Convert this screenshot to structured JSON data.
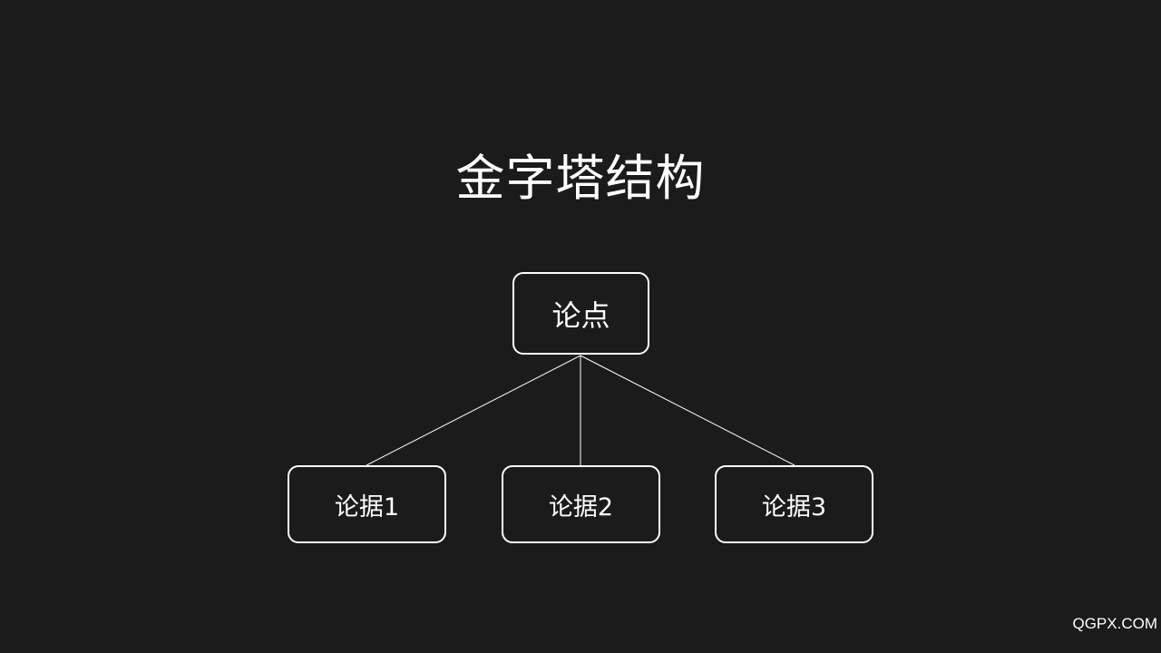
{
  "title": "金字塔结构",
  "root": {
    "label": "论点"
  },
  "children": [
    {
      "label": "论据1"
    },
    {
      "label": "论据2"
    },
    {
      "label": "论据3"
    }
  ],
  "watermark": "QGPX.COM",
  "colors": {
    "background": "#1b1b1b",
    "foreground": "#ffffff"
  }
}
